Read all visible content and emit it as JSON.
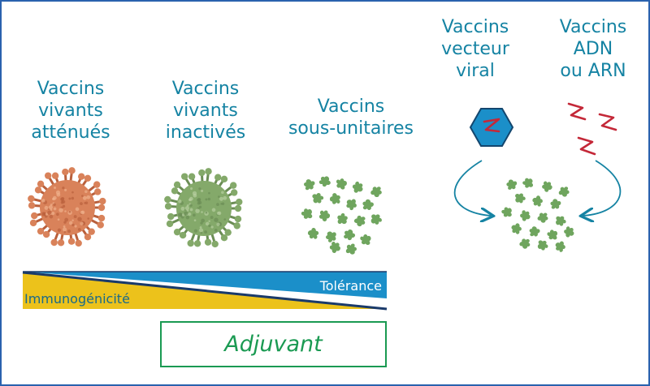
{
  "labels": {
    "live_attenuated": [
      "Vaccins",
      "vivants",
      "atténués"
    ],
    "live_inactivated": [
      "Vaccins",
      "vivants",
      "inactivés"
    ],
    "subunit": [
      "Vaccins",
      "sous-unitaires"
    ],
    "viral_vector": [
      "Vaccins",
      "vecteur",
      "viral"
    ],
    "dna_rna": [
      "Vaccins",
      "ADN",
      "ou ARN"
    ]
  },
  "scale": {
    "tolerance": "Tolérance",
    "immunogenicity": "Immunogénicité"
  },
  "adjuvant": "Adjuvant",
  "icons": {
    "live_attenuated": "coronavirus-particle-icon",
    "live_inactivated": "coronavirus-particle-icon",
    "subunit": "protein-fragments-icon",
    "viral_vector": "hexagon-capsid-icon",
    "nucleic_acid": "squiggle-strand-icon"
  },
  "colors": {
    "text": "#1583a3",
    "border": "#2a62ae",
    "attenuated_virus": "#d9825a",
    "inactivated_virus": "#84a96a",
    "protein": "#6fa55e",
    "tolerance_band": "#1b8fc9",
    "immunogenicity_band": "#ecc21b",
    "adjuvant": "#1a9a52",
    "strand": "#c42838",
    "arrow": "#1583a3"
  }
}
